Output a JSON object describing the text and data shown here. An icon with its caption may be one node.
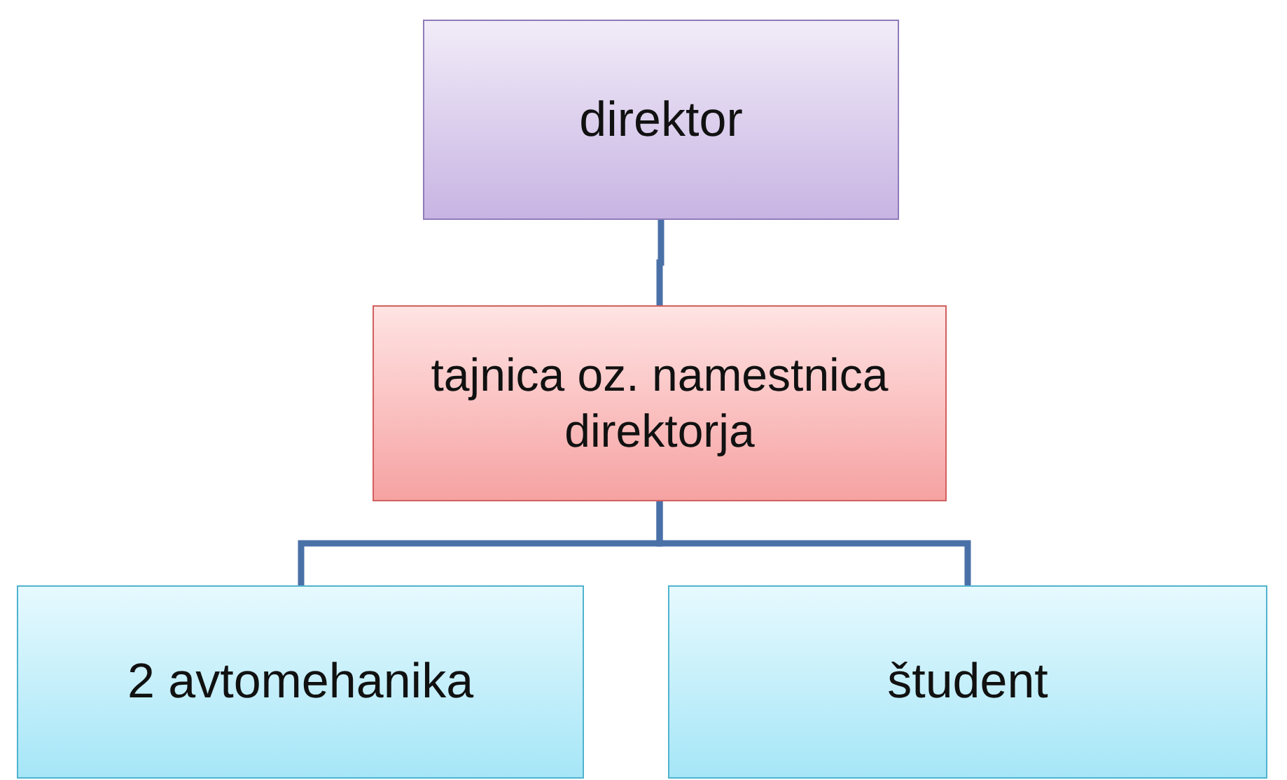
{
  "diagram": {
    "nodes": [
      {
        "text": [
          "direktor"
        ]
      },
      {
        "text": [
          "tajnica oz. namestnica direktorja"
        ]
      },
      {
        "text": [
          "2 avtomehanika"
        ]
      },
      {
        "text": [
          "študent"
        ]
      }
    ],
    "edges": [
      {
        "from": 0,
        "to": 1,
        "arrow": "none"
      },
      {
        "from": 1,
        "to": 2,
        "arrow": "none"
      },
      {
        "from": 1,
        "to": 3,
        "arrow": "none"
      }
    ]
  }
}
